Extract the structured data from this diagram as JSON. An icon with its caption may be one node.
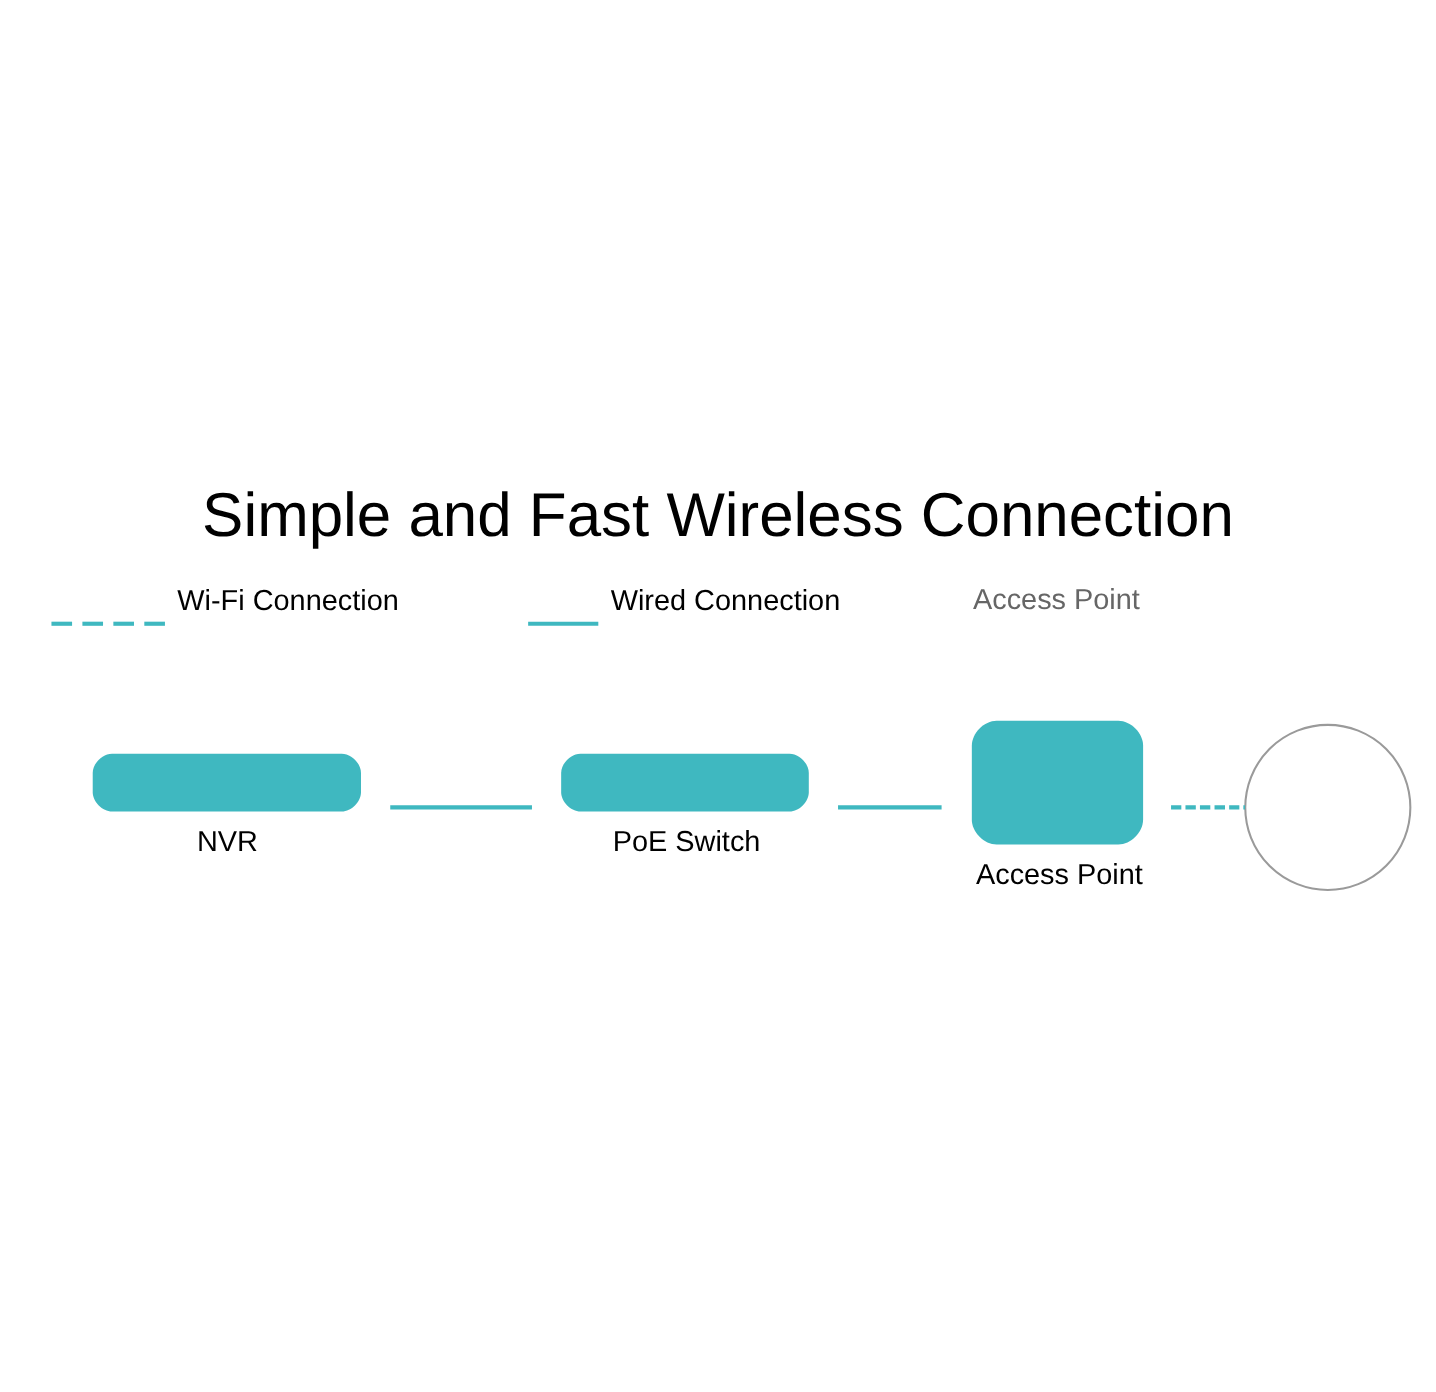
{
  "diagram": {
    "title": "Simple and Fast Wireless Connection",
    "nodes": [
      {
        "text": [
          "NVR"
        ]
      },
      {
        "text": [
          "PoE Switch"
        ]
      },
      {
        "text": [
          "Access Point"
        ]
      },
      {
        "text": [],
        "shape": "circle"
      }
    ],
    "edges": [
      {
        "from": 0,
        "to": 1,
        "arrow": "none"
      },
      {
        "from": 1,
        "to": 2,
        "arrow": "none"
      },
      {
        "from": 2,
        "to": 3,
        "arrow": "none",
        "style": "dashed"
      }
    ],
    "labels": [
      "Access Point"
    ],
    "legend": [
      {
        "text": "Wi-Fi Connection"
      },
      {
        "text": "Wired Connection"
      }
    ]
  }
}
